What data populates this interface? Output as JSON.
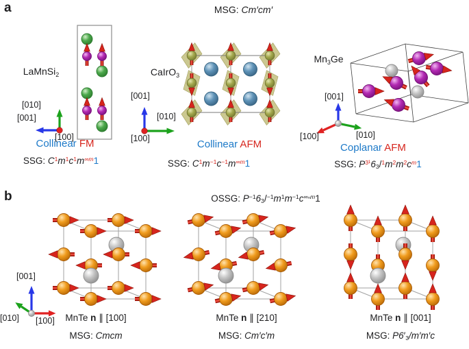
{
  "figure": {
    "panel_a_letter": "a",
    "panel_b_letter": "b"
  },
  "colors": {
    "background": "#ffffff",
    "text": "#1d1d1f",
    "accent_blue": "#1c79c8",
    "accent_red": "#d6251d",
    "arrow_red": "#d6251d",
    "axis_red": "#e02222",
    "axis_green": "#1ca21c",
    "axis_blue": "#2838e8",
    "sphere_green": "#4ca84c",
    "sphere_purple": "#b32ab3",
    "sphere_olive": "#a4a94f",
    "sphere_blue": "#5f93b8",
    "sphere_orange": "#f09c1e",
    "sphere_grey": "#c4c4c4",
    "polyhedron_olive": "#bcb871"
  },
  "panel_a": {
    "msg_title": [
      {
        "t": "MSG: "
      },
      {
        "t": "Cm′cm′",
        "i": 1
      }
    ],
    "structures": [
      {
        "id": "lamnsi2",
        "material": [
          {
            "t": "LaMnSi"
          },
          {
            "t": "2",
            "sub": 1
          }
        ],
        "axes": {
          "up": "[010]",
          "side": "[001]",
          "third": "[100]"
        },
        "order": [
          {
            "t": "Collinear",
            "c": "blue"
          },
          {
            "t": " FM",
            "c": "red"
          }
        ],
        "ssg": [
          {
            "t": "SSG: "
          },
          {
            "t": "C",
            "i": 1
          },
          {
            "t": "1",
            "sup": 1,
            "c": "red"
          },
          {
            "t": "m",
            "i": 1
          },
          {
            "t": "1",
            "sup": 1,
            "c": "red"
          },
          {
            "t": "c",
            "i": 1
          },
          {
            "t": "1",
            "sup": 1,
            "c": "red"
          },
          {
            "t": "m",
            "i": 1
          },
          {
            "t": "∞m",
            "sup": 1,
            "i": 1,
            "c": "red"
          },
          {
            "t": "1",
            "c": "blue"
          }
        ]
      },
      {
        "id": "cairo3",
        "material": [
          {
            "t": "CaIrO"
          },
          {
            "t": "3",
            "sub": 1
          }
        ],
        "axes": {
          "up": "[001]",
          "side": "[010]",
          "third": "[100]"
        },
        "order": [
          {
            "t": "Collinear",
            "c": "blue"
          },
          {
            "t": " AFM",
            "c": "red"
          }
        ],
        "ssg": [
          {
            "t": "SSG: "
          },
          {
            "t": "C",
            "i": 1
          },
          {
            "t": "1",
            "sup": 1,
            "c": "red"
          },
          {
            "t": "m",
            "i": 1
          },
          {
            "t": "−1",
            "sup": 1,
            "c": "red"
          },
          {
            "t": "c",
            "i": 1
          },
          {
            "t": "−1",
            "sup": 1,
            "c": "red"
          },
          {
            "t": "m",
            "i": 1
          },
          {
            "t": "∞m",
            "sup": 1,
            "i": 1,
            "c": "red"
          },
          {
            "t": "1",
            "c": "blue"
          }
        ]
      },
      {
        "id": "mn3ge",
        "material": [
          {
            "t": "Mn"
          },
          {
            "t": "3",
            "sub": 1
          },
          {
            "t": "Ge"
          }
        ],
        "axes": {
          "up": "[001]",
          "side": "[010]",
          "third": "[100]"
        },
        "order": [
          {
            "t": "Coplanar",
            "c": "blue"
          },
          {
            "t": " AFM",
            "c": "red"
          }
        ],
        "ssg": [
          {
            "t": "SSG: "
          },
          {
            "t": "P",
            "i": 1
          },
          {
            "t": "3",
            "sup": 1,
            "c": "red"
          },
          {
            "t": "1",
            "supsup": 1,
            "c": "red"
          },
          {
            "t": "6",
            "i": 1
          },
          {
            "t": "3",
            "sub": 1
          },
          {
            "t": "/"
          },
          {
            "t": "1",
            "sup": 1,
            "c": "red"
          },
          {
            "t": "m",
            "i": 1
          },
          {
            "t": "2",
            "sup": 1,
            "c": "red"
          },
          {
            "t": "m",
            "i": 1
          },
          {
            "t": "2",
            "sup": 1,
            "c": "red"
          },
          {
            "t": "c",
            "i": 1
          },
          {
            "t": "m",
            "sup": 1,
            "i": 1,
            "c": "red"
          },
          {
            "t": "1",
            "c": "blue"
          }
        ]
      }
    ]
  },
  "panel_b": {
    "ossg_title": [
      {
        "t": "OSSG: "
      },
      {
        "t": "P",
        "i": 1
      },
      {
        "t": "−1",
        "sup": 1
      },
      {
        "t": "6",
        "i": 1
      },
      {
        "t": "3",
        "sub": 1
      },
      {
        "t": "/"
      },
      {
        "t": "−1",
        "sup": 1
      },
      {
        "t": "m",
        "i": 1
      },
      {
        "t": "1",
        "sup": 1
      },
      {
        "t": "m",
        "i": 1
      },
      {
        "t": "−1",
        "sup": 1
      },
      {
        "t": "c",
        "i": 1
      },
      {
        "t": "∞ₙm",
        "sup": 1,
        "i": 1
      },
      {
        "t": "1"
      }
    ],
    "axes": {
      "up": "[001]",
      "side": "[100]",
      "third": "[010]"
    },
    "structures": [
      {
        "id": "mnte-100",
        "caption": [
          {
            "t": "MnTe "
          },
          {
            "t": "n",
            "b": 1
          },
          {
            "t": " ∥ [100]"
          }
        ],
        "msg": [
          {
            "t": "MSG: "
          },
          {
            "t": "Cmcm",
            "i": 1
          }
        ]
      },
      {
        "id": "mnte-210",
        "caption": [
          {
            "t": "MnTe "
          },
          {
            "t": "n",
            "b": 1
          },
          {
            "t": " ∥ [210]"
          }
        ],
        "msg": [
          {
            "t": "MSG: "
          },
          {
            "t": "Cm′c′m",
            "i": 1
          }
        ]
      },
      {
        "id": "mnte-001",
        "caption": [
          {
            "t": "MnTe "
          },
          {
            "t": "n",
            "b": 1
          },
          {
            "t": " ∥ [001]"
          }
        ],
        "msg": [
          {
            "t": "MSG: "
          },
          {
            "t": "P6",
            "i": 1
          },
          {
            "t": "′"
          },
          {
            "t": "3",
            "sub": 1
          },
          {
            "t": "/m′m′c",
            "i": 1
          }
        ]
      }
    ]
  }
}
